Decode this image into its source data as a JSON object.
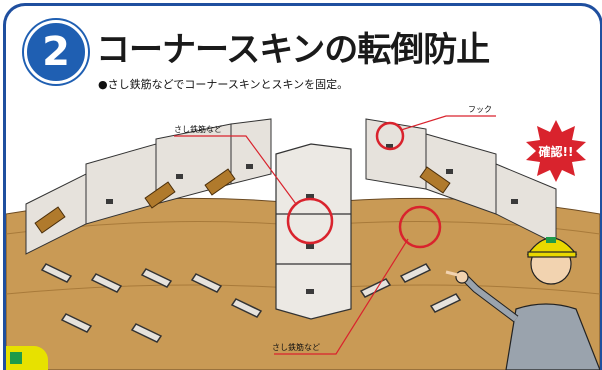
{
  "header": {
    "step_number": "2",
    "title": "コーナースキンの転倒防止",
    "subtitle": "●さし鉄筋などでコーナースキンとスキンを固定。"
  },
  "callouts": {
    "hook": "フック",
    "rebar_top": "さし鉄筋など",
    "rebar_bottom": "さし鉄筋など"
  },
  "badge": {
    "text": "確認!!",
    "color": "#d9232d"
  },
  "colors": {
    "frame": "#1f4f9f",
    "accent_red": "#d9232d",
    "sky_blue": "#1f5fb2",
    "soil": "#c99a55",
    "concrete": "#e6e2dc",
    "helmet": "#e9d800"
  }
}
